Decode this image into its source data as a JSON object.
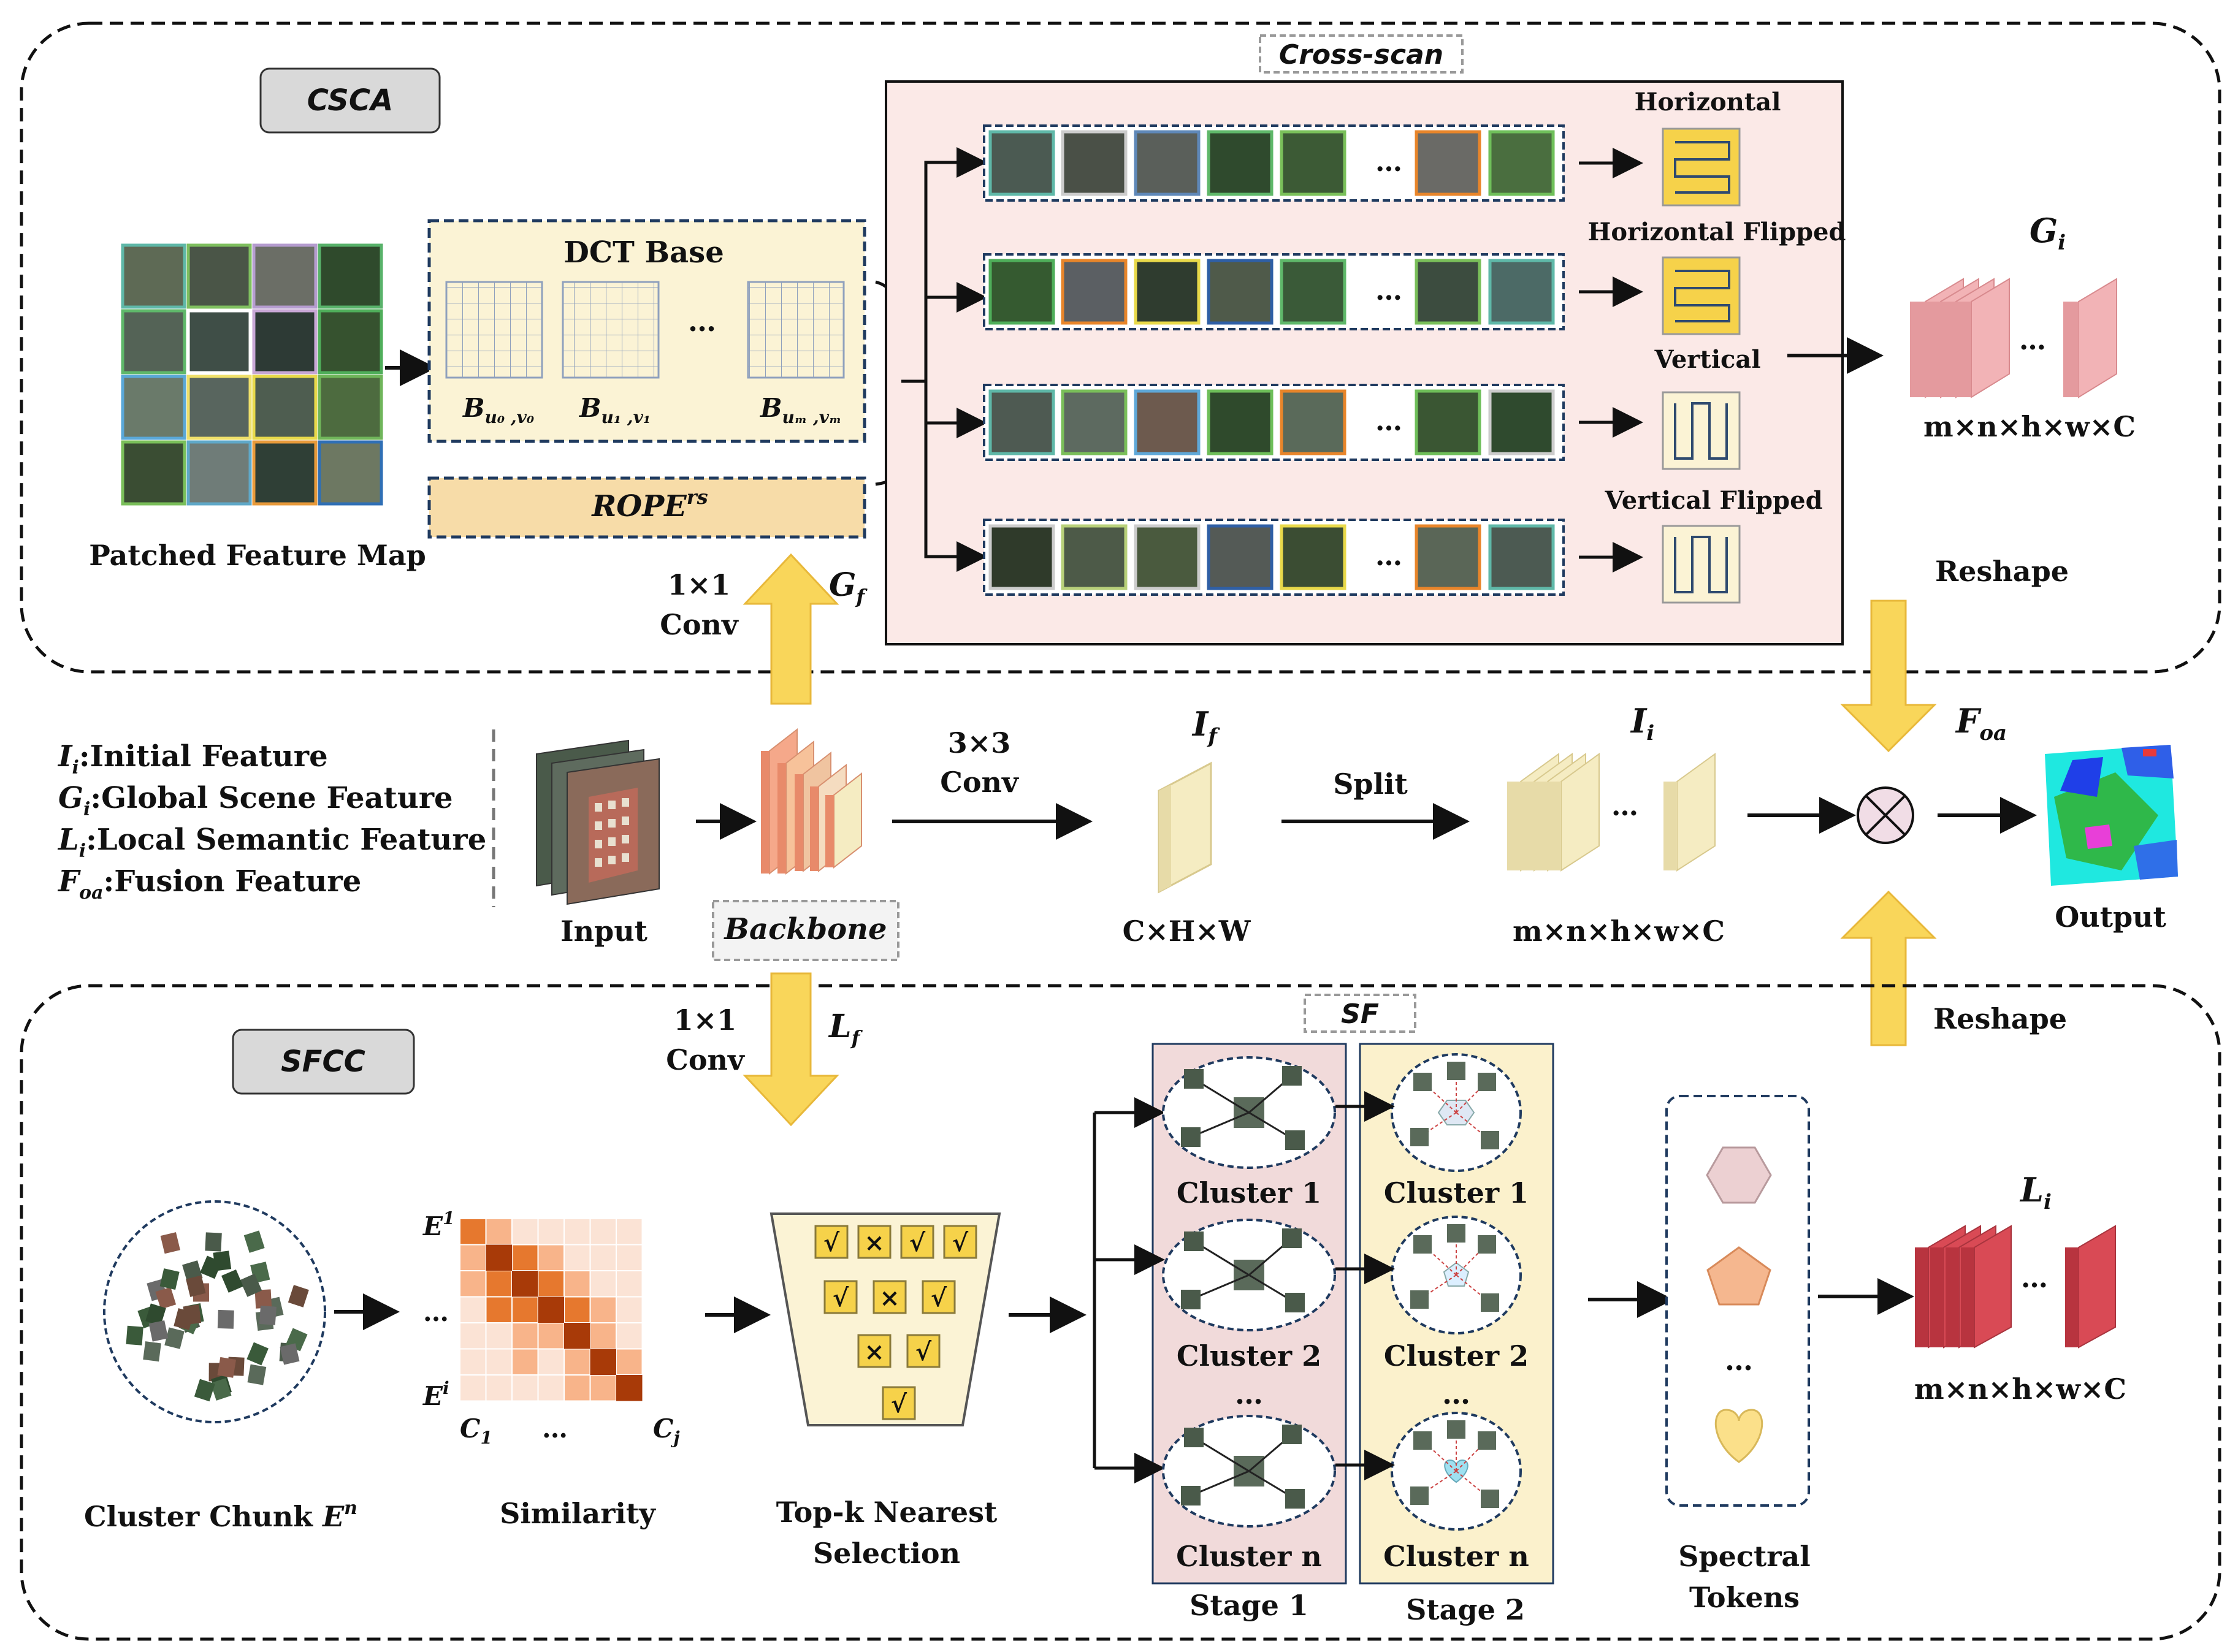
{
  "modules": {
    "csca": "CSCA",
    "sfcc": "SFCC",
    "cross_scan": "Cross-scan",
    "sf": "SF",
    "backbone": "Backbone"
  },
  "csca": {
    "patched_feature_map": "Patched Feature Map",
    "dct_base": "DCT Base",
    "dct_bases": [
      {
        "b": "B",
        "sub": "u₀ ,v₀"
      },
      {
        "b": "B",
        "sub": "u₁ ,v₁"
      },
      {
        "b": "B",
        "sub": "uₘ ,vₘ"
      }
    ],
    "rope": "ROPE",
    "rope_sup": "rs",
    "scan_labels": [
      "Horizontal",
      "Horizontal Flipped",
      "Vertical",
      "Vertical Flipped"
    ],
    "gi_var": "G",
    "gi_sub": "i",
    "gi_shape": "m×n×h×w×C",
    "reshape": "Reshape"
  },
  "legend": [
    {
      "var": "I",
      "sub": "i",
      "text": ":Initial Feature"
    },
    {
      "var": "G",
      "sub": "i",
      "text": ":Global Scene Feature"
    },
    {
      "var": "L",
      "sub": "i",
      "text": ":Local  Semantic Feature"
    },
    {
      "var": "F",
      "sub": "oa",
      "text": ":Fusion Feature"
    }
  ],
  "middle": {
    "conv1_top": "1×1",
    "conv1_bottom": "Conv",
    "gf_var": "G",
    "gf_sub": "f",
    "input": "Input",
    "conv3_top": "3×3",
    "conv3_bottom": "Conv",
    "if_var": "I",
    "if_sub": "f",
    "if_shape": "C×H×W",
    "split": "Split",
    "ii_var": "I",
    "ii_sub": "i",
    "ii_shape": "m×n×h×w×C",
    "foa_var": "F",
    "foa_sub": "oa",
    "output": "Output",
    "reshape_bottom": "Reshape",
    "ellipsis": "…"
  },
  "sfcc": {
    "conv1_top": "1×1",
    "conv1_bottom": "Conv",
    "lf_var": "L",
    "lf_sub": "f",
    "cluster_chunk": "Cluster Chunk ",
    "cluster_chunk_var": "E",
    "cluster_chunk_sup": "n",
    "similarity": "Similarity",
    "e1": "E",
    "e1_sup": "1",
    "ei": "E",
    "ei_sup": "i",
    "c1": "C",
    "c1_sub": "1",
    "cj": "C",
    "cj_sub": "j",
    "topk_line1": "Top-k Nearest",
    "topk_line2": "Selection",
    "topk_marks": [
      "√",
      "×",
      "√",
      "√",
      "√",
      "×",
      "√",
      "×",
      "√",
      "√"
    ],
    "clusters": [
      "Cluster 1",
      "Cluster 2",
      "Cluster n"
    ],
    "stage1": "Stage 1",
    "stage2": "Stage 2",
    "spectral_line1": "Spectral",
    "spectral_line2": "Tokens",
    "li_var": "L",
    "li_sub": "i",
    "li_shape": "m×n×h×w×C"
  },
  "colors": {
    "pink_bg": "#fbe9e7",
    "cream_bg": "#fbf3d5",
    "rope_bg": "#f7dca8",
    "arrow_yellow": "#f9d65a",
    "gi_pink": "#f2b3b6",
    "li_red": "#d94a55",
    "feature_cream": "#f5ecc2",
    "stage1_bg": "#f1dada",
    "stage2_bg": "#fbf1cc",
    "hex_pink": "#ecd0d2",
    "pentagon_orange": "#f5b78f",
    "heart_yellow": "#fbe08a"
  }
}
